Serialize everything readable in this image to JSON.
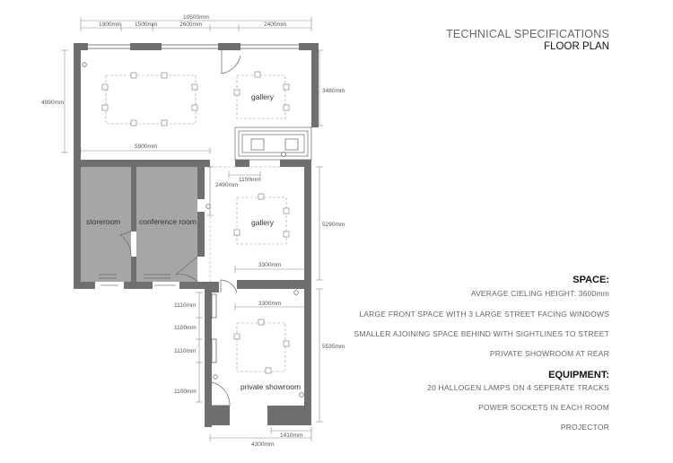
{
  "header": {
    "title": "TECHNICAL SPECIFICATIONS",
    "subtitle": "FLOOR PLAN"
  },
  "space": {
    "heading": "SPACE:",
    "lines": [
      "AVERAGE CIELING HEIGHT: 3600mm",
      "LARGE FRONT SPACE  WITH 3 LARGE STREET FACING WINDOWS",
      "SMALLER AJOINING SPACE BEHIND WITH SIGHTLINES TO STREET",
      "PRIVATE SHOWROOM AT REAR"
    ]
  },
  "equipment": {
    "heading": "EQUIPMENT:",
    "lines": [
      "20 HALLOGEN LAMPS ON 4 SEPERATE TRACKS",
      "POWER SOCKETS IN EACH ROOM",
      "PROJECTOR"
    ]
  },
  "rooms": {
    "gallery_front": "gallery",
    "gallery_middle": "gallery",
    "storeroom": "storeroom",
    "conference": "conference room",
    "showroom": "private showroom"
  },
  "dimensions": {
    "overall_width": "10500mm",
    "top_1": "1900mm",
    "top_2": "1500mm",
    "top_3": "2600mm",
    "top_4": "2400mm",
    "left_height": "4990mm",
    "right_front": "3480mm",
    "front_width": "5900mm",
    "mid_width_top": "1100mm",
    "mid_height_left": "2490mm",
    "right_middle": "5290mm",
    "mid_width_bottom": "3300mm",
    "rear_width_top": "3300mm",
    "rear_left_1": "1110mm",
    "rear_left_2": "1100mm",
    "rear_left_3": "1110mm",
    "rear_left_4": "1100mm",
    "right_rear": "5535mm",
    "bottom_total": "4300mm",
    "bottom_right": "1410mm"
  },
  "colors": {
    "wall": "#6f6f6f",
    "storage_fill": "#a6a6a6",
    "dimension_line": "#888888",
    "track": "#999999"
  }
}
